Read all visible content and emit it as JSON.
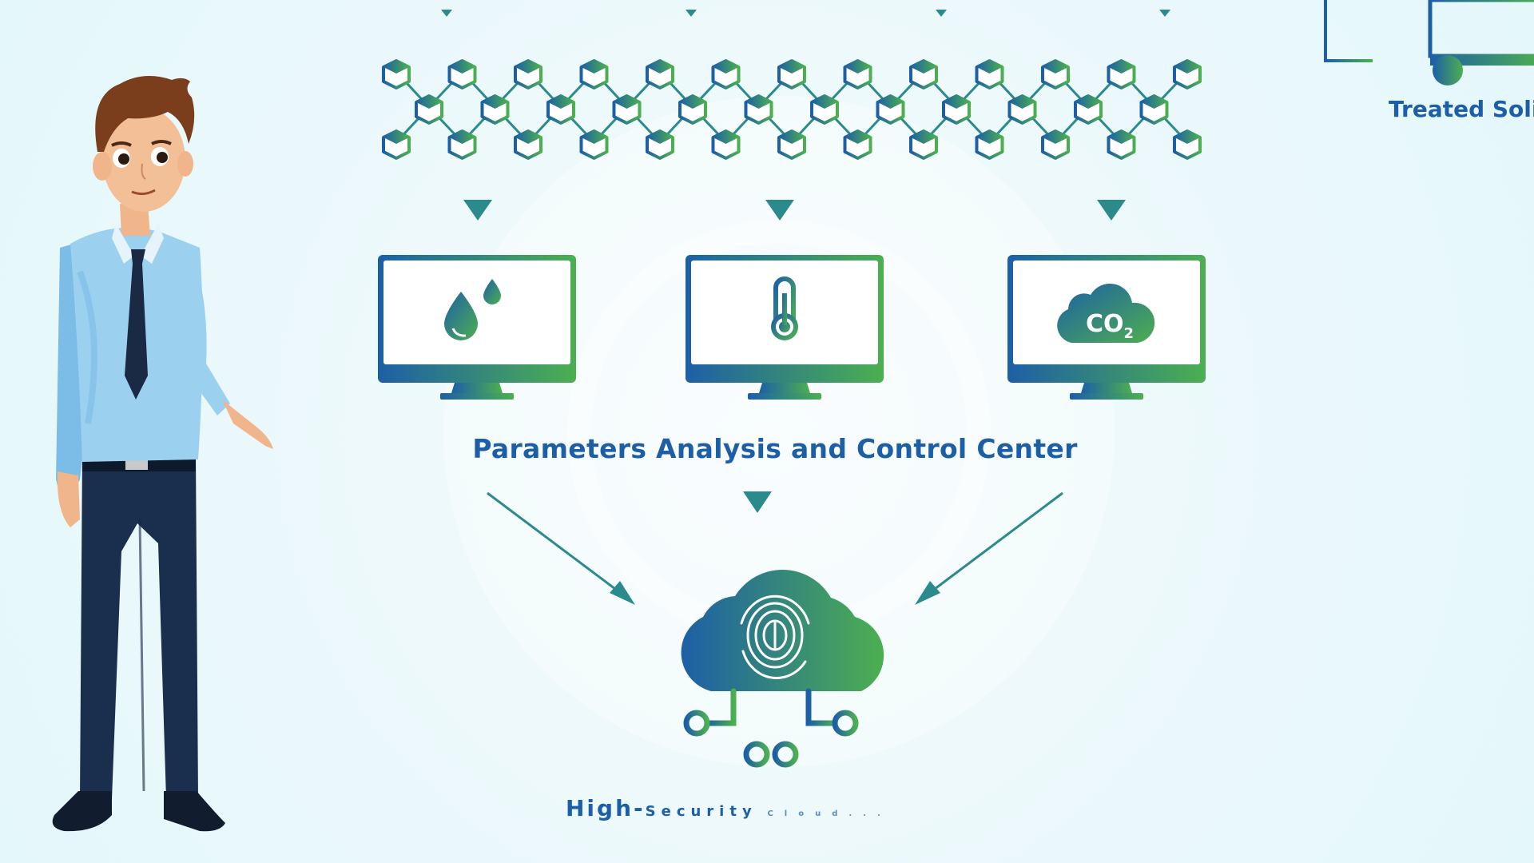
{
  "scene": {
    "title": "Parameters Analysis and Control Center",
    "corner_label": "Treated Soli",
    "cloud_label_main": "High-",
    "cloud_label_trail": "Security",
    "cloud_label_fade": "Cloud...",
    "co2_label": "CO",
    "co2_sub": "2"
  },
  "colors": {
    "blue": "#1d5fa6",
    "green": "#4caf50",
    "teal": "#2a8a8c",
    "background": "#e8f8fb",
    "shirt": "#9cd0ef",
    "pants": "#1a2f4e"
  },
  "icons": {
    "monitor_1": "water-drops-icon",
    "monitor_2": "thermometer-icon",
    "monitor_3": "co2-cloud-icon",
    "cloud": "fingerprint-cloud-icon"
  }
}
